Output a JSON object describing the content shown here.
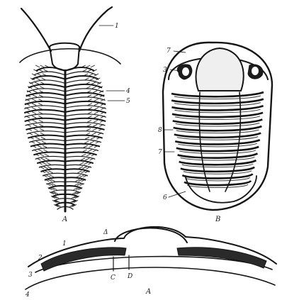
{
  "figure": {
    "panels": [
      {
        "id": "left",
        "panel_letter": "A",
        "labels": [
          "1",
          "4",
          "5"
        ]
      },
      {
        "id": "right",
        "panel_letter": "B",
        "labels": [
          "7",
          "3",
          "8",
          "7",
          "6"
        ]
      },
      {
        "id": "bottom",
        "panel_letter": "A",
        "labels": [
          "Δ",
          "1",
          "2",
          "3",
          "4",
          "C",
          "D"
        ]
      }
    ],
    "colors": {
      "ink": "#151515",
      "paper": "#ffffff",
      "shade": "#3a3a3a"
    }
  }
}
